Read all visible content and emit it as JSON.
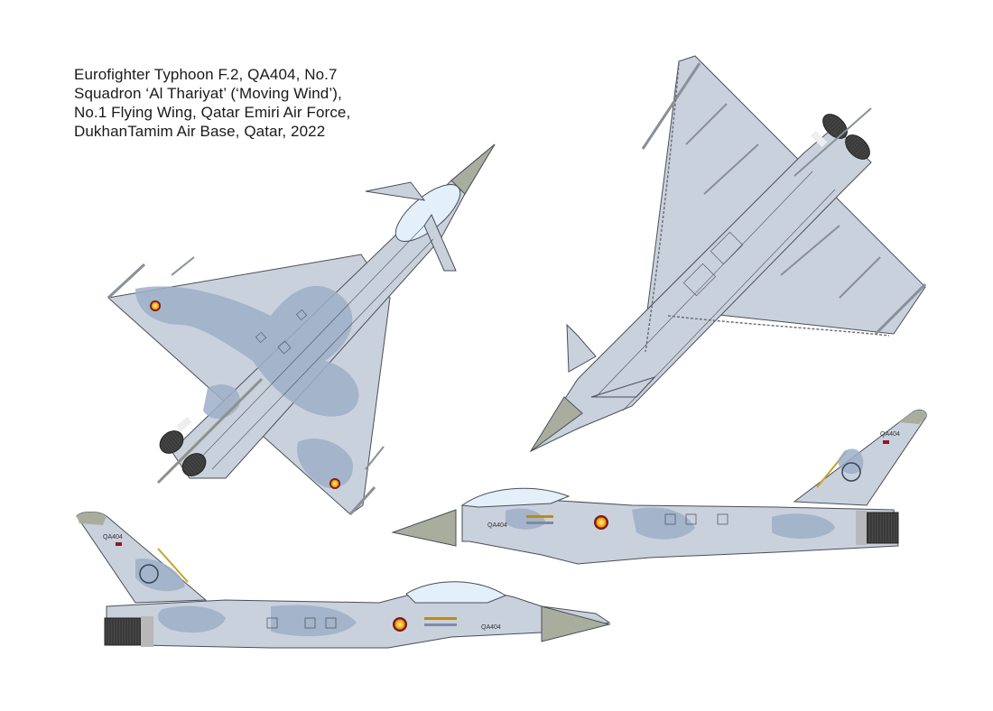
{
  "caption": {
    "lines": [
      "Eurofighter Typhoon F.2, QA404, No.7",
      "Squadron ‘Al Thariyat’ (‘Moving Wind’),",
      "No.1 Flying Wing, Qatar Emiri Air Force,",
      "DukhanTamim Air Base, Qatar, 2022"
    ]
  },
  "aircraft": {
    "serial": "QA404",
    "views": [
      "top-view",
      "underside-view",
      "left-profile",
      "right-profile"
    ]
  },
  "colors": {
    "base_grey": "#c9d1dc",
    "camo_blue": "#9eafc7",
    "radome": "#a9ad9e",
    "canopy": "#e3f0fa",
    "outline": "#4a4f58",
    "exhaust": "#3a3a3a",
    "roundel_outer": "#7a1a1a",
    "roundel_inner": "#f7b21a",
    "flag_maroon": "#8a1c2a",
    "tail_stripe": "#c8a22a"
  }
}
